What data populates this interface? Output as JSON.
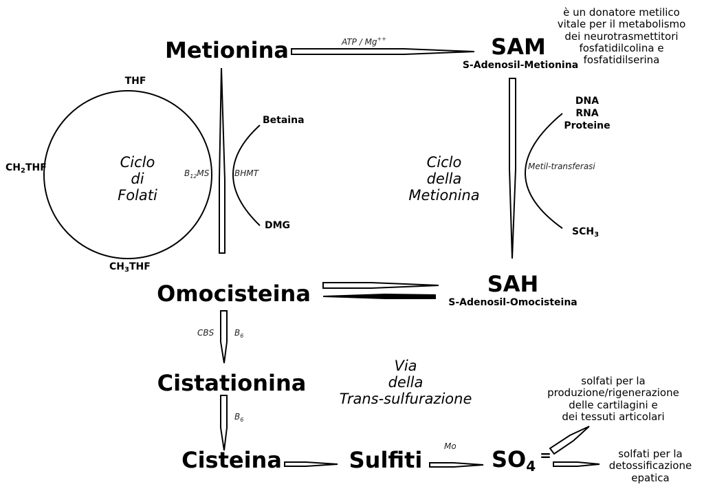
{
  "nodes": {
    "metionina": "Metionina",
    "sam": "SAM",
    "sam_full": "S-Adenosil-Metionina",
    "sah": "SAH",
    "sah_full": "S-Adenosil-Omocisteina",
    "omocisteina": "Omocisteina",
    "cistationina": "Cistationina",
    "cisteina": "Cisteina",
    "sulfiti": "Sulfiti",
    "so4_base": "SO",
    "so4_sub": "4",
    "so4_charge": "="
  },
  "molecules": {
    "thf": "THF",
    "ch2thf_a": "CH",
    "ch2thf_sub": "2",
    "ch2thf_b": "THF",
    "ch3thf_a": "CH",
    "ch3thf_sub": "3",
    "ch3thf_b": "THF",
    "betaina": "Betaina",
    "dmg": "DMG",
    "dna": "DNA",
    "rna": "RNA",
    "proteine": "Proteine",
    "sch3_a": "SCH",
    "sch3_sub": "3"
  },
  "enzymes": {
    "atp_mg": "ATP / Mg",
    "atp_mg_sup": "++",
    "b12ms_a": "B",
    "b12ms_sub": "12",
    "b12ms_b": "MS",
    "bhmt": "BHMT",
    "metil_transferasi": "Metil-transferasi",
    "cbs": "CBS",
    "b6_1_a": "B",
    "b6_1_sub": "6",
    "b6_2_a": "B",
    "b6_2_sub": "6",
    "mo": "Mo"
  },
  "cycles": {
    "folati_1": "Ciclo",
    "folati_2": "di",
    "folati_3": "Folati",
    "metionina_1": "Ciclo",
    "metionina_2": "della",
    "metionina_3": "Metionina",
    "trans_1": "Via",
    "trans_2": "della",
    "trans_3": "Trans-sulfurazione"
  },
  "notes": {
    "sam_1": "è un donatore metilico",
    "sam_2": "vitale per il metabolismo",
    "sam_3": "dei neurotrasmettitori",
    "sam_4": "fosfatidilcolina e",
    "sam_5": "fosfatidilserina",
    "cart_1": "solfati per la",
    "cart_2": "produzione/rigenerazione",
    "cart_3": "delle cartilagini e",
    "cart_4": "dei tessuti articolari",
    "detox_1": "solfati per la",
    "detox_2": "detossificazione",
    "detox_3": "epatica"
  }
}
